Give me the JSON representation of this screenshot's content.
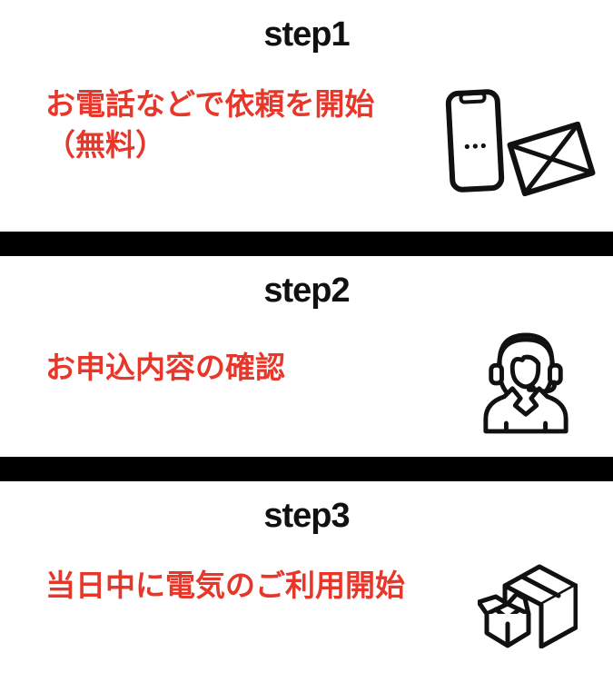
{
  "page": {
    "background_color": "#ffffff",
    "divider_color": "#000000",
    "accent_color": "#e7372b",
    "title_color": "#111111"
  },
  "steps": [
    {
      "title": "step1",
      "line1": "お電話などで依頼を開始",
      "line2": "（無料）",
      "icons": [
        "smartphone-icon",
        "envelope-icon"
      ]
    },
    {
      "title": "step2",
      "line1": "お申込内容の確認",
      "icons": [
        "call-operator-headset-icon"
      ]
    },
    {
      "title": "step3",
      "line1": "当日中に電気のご利用開始",
      "icons": [
        "package-boxes-icon"
      ]
    }
  ]
}
